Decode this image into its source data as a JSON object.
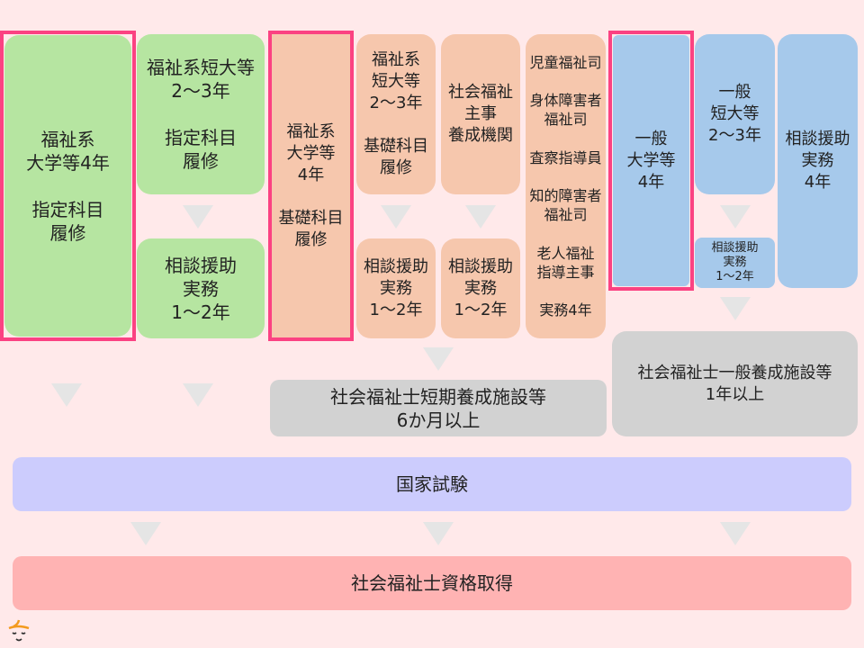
{
  "routes": {
    "welfare_univ": "福祉系\n大学等4年\n\n指定科目\n履修",
    "welfare_junior": "福祉系短大等\n2〜3年\n\n指定科目\n履修",
    "welfare_junior_practice": "相談援助\n実務\n1〜2年",
    "welfare_univ_basic": "福祉系\n大学等\n4年\n\n基礎科目\n履修",
    "welfare_junior_basic": "福祉系\n短大等\n2〜3年\n\n基礎科目\n履修",
    "welfare_junior_basic_practice": "相談援助\n実務\n1〜2年",
    "training_institution": "社会福祉\n主事\n養成機関",
    "training_institution_practice": "相談援助\n実務\n1〜2年",
    "officials": [
      "児童福祉司",
      "身体障害者\n福祉司",
      "査察指導員",
      "知的障害者\n福祉司",
      "老人福祉\n指導主事",
      "実務4年"
    ],
    "general_univ": "一般\n大学等\n4年",
    "general_junior": "一般\n短大等\n2〜3年",
    "general_junior_practice": "相談援助\n実務\n1〜2年",
    "practice_4yr": "相談援助\n実務\n4年"
  },
  "short_course": "社会福祉士短期養成施設等\n6か月以上",
  "general_course": "社会福祉士一般養成施設等\n1年以上",
  "exam": "国家試験",
  "qualification": "社会福祉士資格取得"
}
